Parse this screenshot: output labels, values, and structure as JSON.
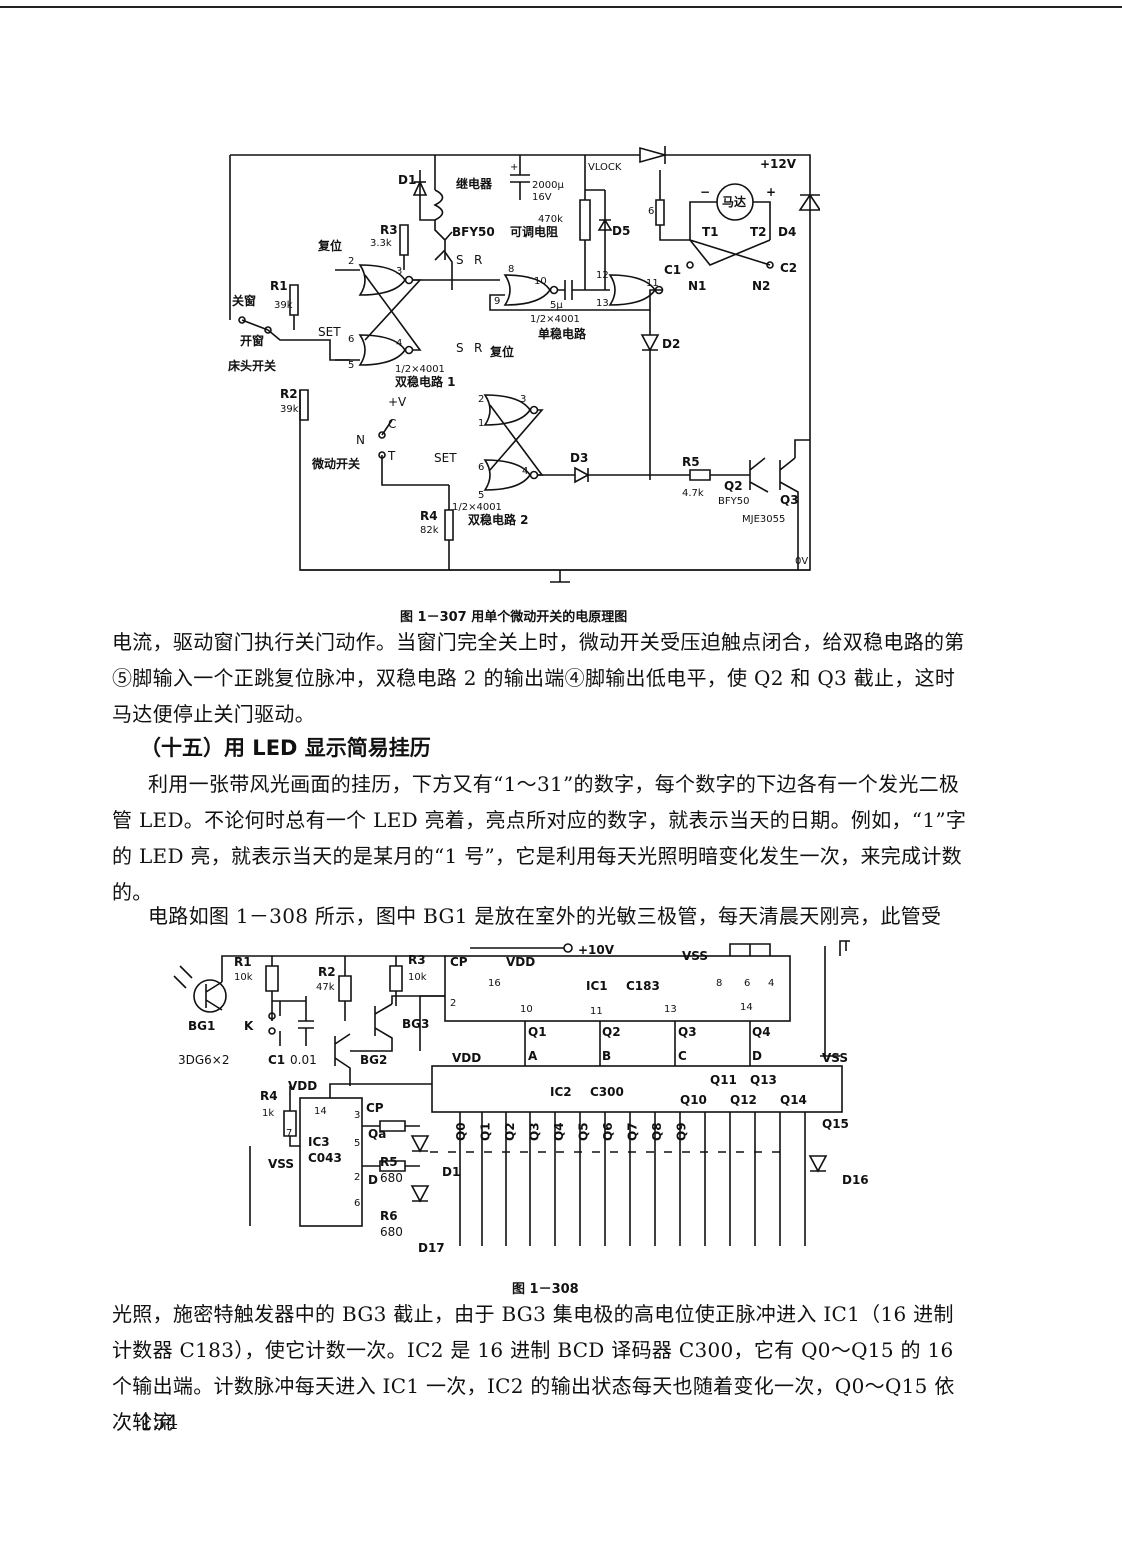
{
  "header": {
    "top_rule": ""
  },
  "figure1": {
    "caption": "图 1－307    用单个微动开关的电原理图",
    "labels": {
      "d1": "D1",
      "relay": "继电器",
      "cap_plus": "+",
      "cap_value": "2000μ",
      "cap_volt": "16V",
      "vlock": "VLOCK",
      "r_adj_value": "470k",
      "r_adj": "可调电阻",
      "d5": "D5",
      "r3": "R3",
      "r3_value": "3.3k",
      "bfy50": "BFY50",
      "reset": "复位",
      "r1": "R1",
      "r1_value": "39k",
      "close_window": "关窗",
      "open_window": "开窗",
      "bed_switch": "床头开关",
      "set": "SET",
      "sr_s": "S",
      "sr_r": "R",
      "bistable1_part": "1/2×4001",
      "bistable1": "双稳电路 1",
      "mono_part": "1/2×4001",
      "mono": "单稳电路",
      "cap_5u": "5μ",
      "r2": "R2",
      "r2_value": "39k",
      "plus_v": "+V",
      "pin_n": "N",
      "pin_c": "C",
      "pin_t": "T",
      "micro_switch": "微动开关",
      "set2": "SET",
      "reset2": "复位",
      "bistable2_part": "1/2×4001",
      "bistable2": "双稳电路 2",
      "r4": "R4",
      "r4_value": "82k",
      "d3": "D3",
      "d2": "D2",
      "r5": "R5",
      "r5_value": "4.7k",
      "q2": "Q2",
      "q2_part": "BFY50",
      "q3": "Q3",
      "q3_part": "MJE3055",
      "zero_v": "0V",
      "plus12v": "+12V",
      "motor": "马达",
      "t1": "T1",
      "t2": "T2",
      "d4": "D4",
      "c1": "C1",
      "c2": "C2",
      "n1": "N1",
      "n2": "N2",
      "res6": "6",
      "minus": "−",
      "plus": "+",
      "p2": "2",
      "p3": "3",
      "p6": "6",
      "p4": "4",
      "p5": "5",
      "p8": "8",
      "p9": "9",
      "p10": "10",
      "p12": "12",
      "p13": "13",
      "p11": "11",
      "p1": "1"
    }
  },
  "paragraph1": "电流，驱动窗门执行关门动作。当窗门完全关上时，微动开关受压迫触点闭合，给双稳电路的第⑤脚输入一个正跳复位脉冲，双稳电路 2 的输出端④脚输出低电平，使 Q2 和 Q3 截止，这时马达便停止关门驱动。",
  "section_heading": "（十五）用 LED 显示简易挂历",
  "paragraph2": "利用一张带风光画面的挂历，下方又有“1～31”的数字，每个数字的下边各有一个发光二极管 LED。不论何时总有一个 LED 亮着，亮点所对应的数字，就表示当天的日期。例如，“1”字的 LED 亮，就表示当天的是某月的“1 号”，它是利用每天光照明暗变化发生一次，来完成计数的。",
  "paragraph3": "电路如图 1－308 所示，图中 BG1 是放在室外的光敏三极管，每天清晨天刚亮，此管受",
  "figure2": {
    "caption": "图 1－308",
    "labels": {
      "r1": "R1",
      "r1_value": "10k",
      "r2": "R2",
      "r2_value": "47k",
      "r3": "R3",
      "r3_value": "10k",
      "bg1": "BG1",
      "k": "K",
      "bg3": "BG3",
      "bg2": "BG2",
      "bg_part": "3DG6×2",
      "c1": "C1",
      "c1_value": "0.01",
      "cp": "CP",
      "vdd": "VDD",
      "vdd2": "VDD",
      "vdd3": "VDD",
      "plus10v": "+10V",
      "vss": "VSS",
      "vss2": "VSS",
      "vss3": "VSS",
      "ic1": "IC1",
      "c183": "C183",
      "ic1_p16": "16",
      "ic1_p10": "10",
      "ic1_p11": "11",
      "ic1_p13": "13",
      "ic1_p14": "14",
      "ic1_p8": "8",
      "ic1_p6": "6",
      "ic1_p4": "4",
      "ic1_p2": "2",
      "q1": "Q1",
      "q2": "Q2",
      "q3": "Q3",
      "q4": "Q4",
      "a": "A",
      "b": "B",
      "c": "C",
      "d": "D",
      "ic2": "IC2",
      "c300": "C300",
      "q11": "Q11",
      "q13": "Q13",
      "q10": "Q10",
      "q12": "Q12",
      "q14": "Q14",
      "q15": "Q15",
      "r4": "R4",
      "r4_value": "1k",
      "ic3": "IC3",
      "c043": "C043",
      "ic3_p14": "14",
      "ic3_p3": "3",
      "ic3_p7": "7",
      "ic3_p5": "5",
      "ic3_p2": "2",
      "ic3_p6": "6",
      "ic3_cp": "CP",
      "ic3_q": "Qa",
      "ic3_d": "D",
      "r5": "R5",
      "r5_value": "680",
      "r6": "R6",
      "r6_value": "680",
      "d1": "D1",
      "d16": "D16",
      "d17": "D17",
      "outputs": [
        "Q0",
        "Q1",
        "Q2",
        "Q3",
        "Q4",
        "Q5",
        "Q6",
        "Q7",
        "Q8",
        "Q9"
      ]
    }
  },
  "paragraph4": "光照，施密特触发器中的 BG3 截止，由于 BG3 集电极的高电位使正脉冲进入 IC1（16 进制计数器 C183），使它计数一次。IC2 是 16 进制 BCD 译码器 C300，它有 Q0～Q15 的 16 个输出端。计数脉冲每天进入 IC1 一次，IC2 的输出状态每天也随着变化一次，Q0～Q15 依次轮流",
  "page_number": "154"
}
